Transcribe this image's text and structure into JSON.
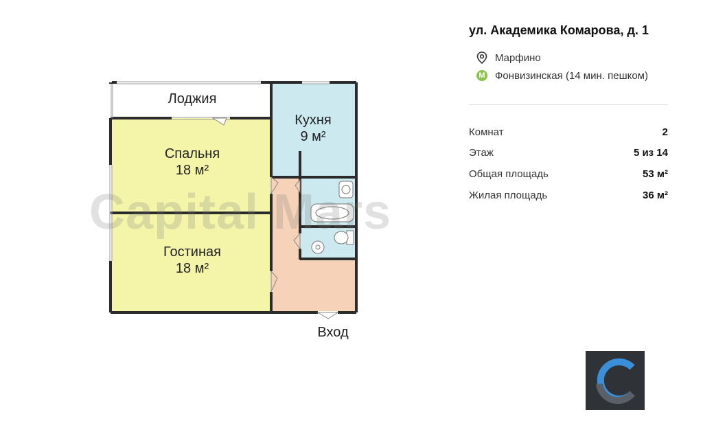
{
  "floorplan": {
    "rooms": [
      {
        "name": "Лоджия",
        "area": ""
      },
      {
        "name": "Кухня",
        "area": "9 м²"
      },
      {
        "name": "Спальня",
        "area": "18 м²"
      },
      {
        "name": "Гостиная",
        "area": "18 м²"
      }
    ],
    "entrance_label": "Вход",
    "watermark": "Capital Mars",
    "colors": {
      "living": "#f4f5a9",
      "kitchen": "#cbe9ee",
      "bath": "#cbe9ee",
      "hall": "#f5d2b8",
      "wall": "#2b2b2b"
    }
  },
  "info": {
    "address": "ул. Академика Комарова, д. 1",
    "district": {
      "icon": "location-pin-icon",
      "text": "Марфино"
    },
    "metro": {
      "icon": "metro-icon",
      "badge": "М",
      "text": "Фонвизинская (14 мин. пешком)",
      "color": "#8bc34a"
    },
    "params": [
      {
        "key": "Комнат",
        "value": "2"
      },
      {
        "key": "Этаж",
        "value": "5 из 14"
      },
      {
        "key": "Общая площадь",
        "value": "53 м²"
      },
      {
        "key": "Жилая площадь",
        "value": "36 м²"
      }
    ]
  },
  "logo": {
    "icon": "capital-mars-logo-icon",
    "bg": "#2f3236",
    "accent": "#3b8fd9"
  }
}
